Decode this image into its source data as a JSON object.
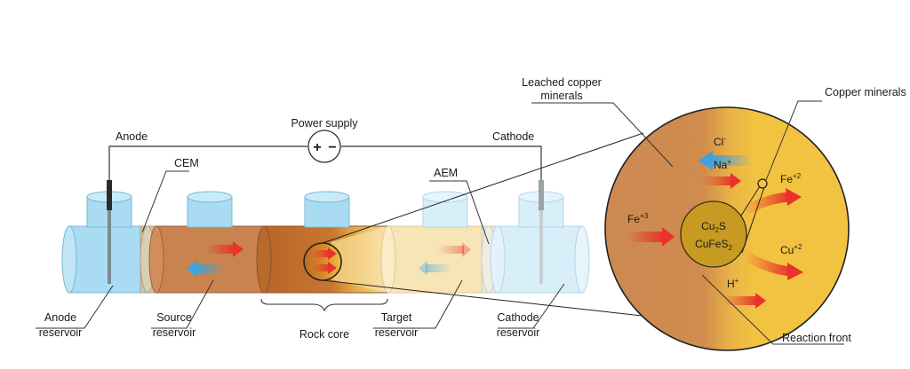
{
  "labels": {
    "power_supply": "Power supply",
    "anode": "Anode",
    "cathode": "Cathode",
    "cem": "CEM",
    "aem": "AEM",
    "anode_reservoir": [
      "Anode",
      "reservoir"
    ],
    "source_reservoir": [
      "Source",
      "reservoir"
    ],
    "rock_core": "Rock core",
    "target_reservoir": [
      "Target",
      "reservoir"
    ],
    "cathode_reservoir": [
      "Cathode",
      "reservoir"
    ],
    "leached_copper_minerals": [
      "Leached copper",
      "minerals"
    ],
    "copper_minerals": "Copper minerals",
    "reaction_front": "Reaction front",
    "plus_sign": "+",
    "minus_sign": "−"
  },
  "ions": {
    "cl": {
      "base": "Cl",
      "sup": "-"
    },
    "na": {
      "base": "Na",
      "sup": "+"
    },
    "fe3": {
      "base": "Fe",
      "sup": "+3"
    },
    "fe2": {
      "base": "Fe",
      "sup": "+2"
    },
    "cu2": {
      "base": "Cu",
      "sup": "+2"
    },
    "h": {
      "base": "H",
      "sup": "+"
    }
  },
  "minerals": {
    "cu2s": {
      "a": "Cu",
      "sub": "2",
      "b": "S"
    },
    "cufes2": {
      "a": "CuFeS",
      "sub": "2",
      "b": ""
    }
  },
  "colors": {
    "anode_reservoir": "#a9dcf2",
    "cathode_reservoir": "#d8eef8",
    "source_reservoir": "#c9834f",
    "rock_core": "#b86a2c",
    "target_reservoir": "#f7e5b6",
    "membrane": "#cfc6a8",
    "leached_zone": "#cc8a52",
    "unleached_zone": "#f2c340",
    "mineral_grain": "#c79a22",
    "cation_arrow": "#e8322a",
    "anion_arrow": "#3aa3e0"
  }
}
